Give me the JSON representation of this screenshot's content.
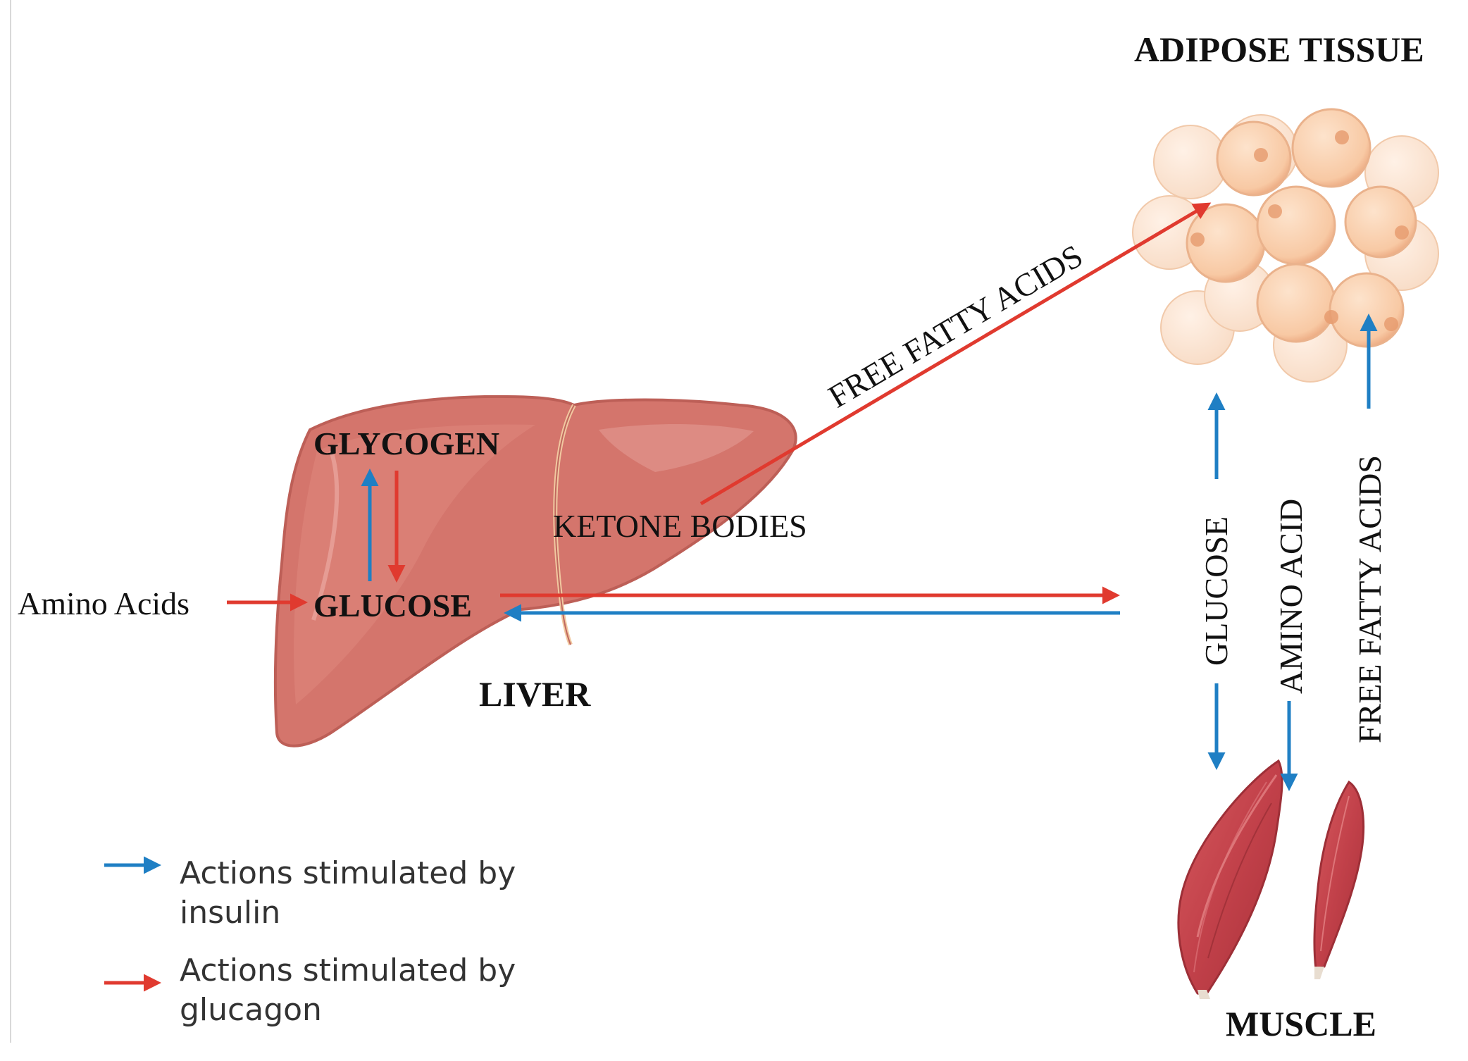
{
  "colors": {
    "insulin": "#1f7fc4",
    "glucagon": "#e03a2f",
    "liver": "#d4756c",
    "adipose": "#f9cfae",
    "muscle": "#c9454b"
  },
  "labels": {
    "adipose_tissue": "ADIPOSE TISSUE",
    "liver": "LIVER",
    "muscle": "MUSCLE",
    "glycogen": "GLYCOGEN",
    "glucose": "GLUCOSE",
    "ketone_bodies": "KETONE BODIES",
    "amino_acids_input": "Amino Acids",
    "free_fatty_acids_diag": "FREE FATTY ACIDS",
    "glucose_vertical": "GLUCOSE",
    "amino_acid_vertical": "AMINO ACID",
    "free_fatty_acids_vertical": "FREE FATTY ACIDS"
  },
  "legend": {
    "insulin_line1": "Actions stimulated by",
    "insulin_line2": "insulin",
    "glucagon_line1": "Actions stimulated by",
    "glucagon_line2": "glucagon"
  }
}
